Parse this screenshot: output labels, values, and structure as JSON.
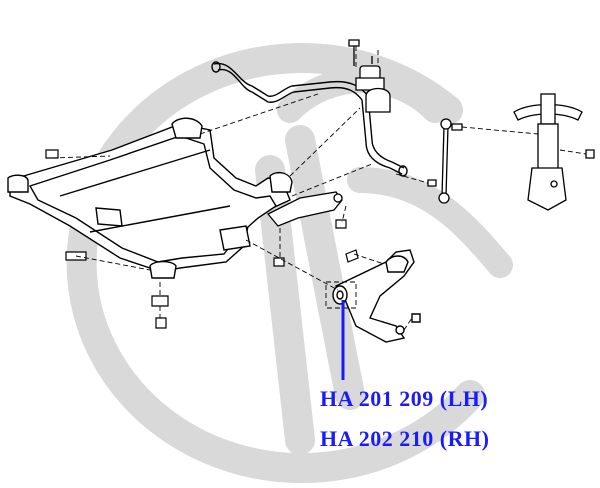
{
  "callout": {
    "part_lh": "HA 201 209 (LH)",
    "part_rh": "HA 202 210 (RH)",
    "text_color": "#1a1aff",
    "leader_color": "#1a1aff"
  },
  "watermark": {
    "icon": "circular-logo-watermark",
    "color": "#d9d9d9"
  },
  "drawing": {
    "line_color": "#000000",
    "leader_style": "dashed",
    "components": [
      "front-subframe",
      "stabilizer-bar",
      "stabilizer-link",
      "strut-assembly",
      "lower-control-arm",
      "ball-joint",
      "bushing"
    ]
  }
}
